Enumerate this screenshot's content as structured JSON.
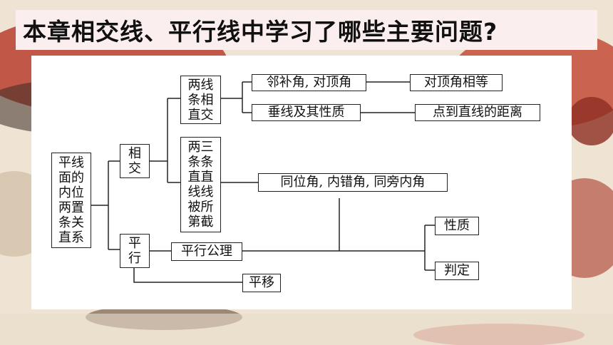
{
  "slide": {
    "title": "本章相交线、平行线中学习了哪些主要问题?"
  },
  "diagram": {
    "root": "平线\n面的\n内位\n两置\n条关\n直系",
    "intersect": "相\n交",
    "parallel": "平\n行",
    "two_lines_intersect": "两线\n条相\n直交",
    "three_lines": "两三\n条条\n直直\n线线\n被所\n第截",
    "adjacent_vertical": "邻补角, 对顶角",
    "vertical_equal": "对顶角相等",
    "perpendicular": "垂线及其性质",
    "point_line_distance": "点到直线的距离",
    "angle_types": "同位角, 内错角, 同旁内角",
    "parallel_axiom": "平行公理",
    "properties": "性质",
    "criteria": "判定",
    "translation": "平移"
  }
}
